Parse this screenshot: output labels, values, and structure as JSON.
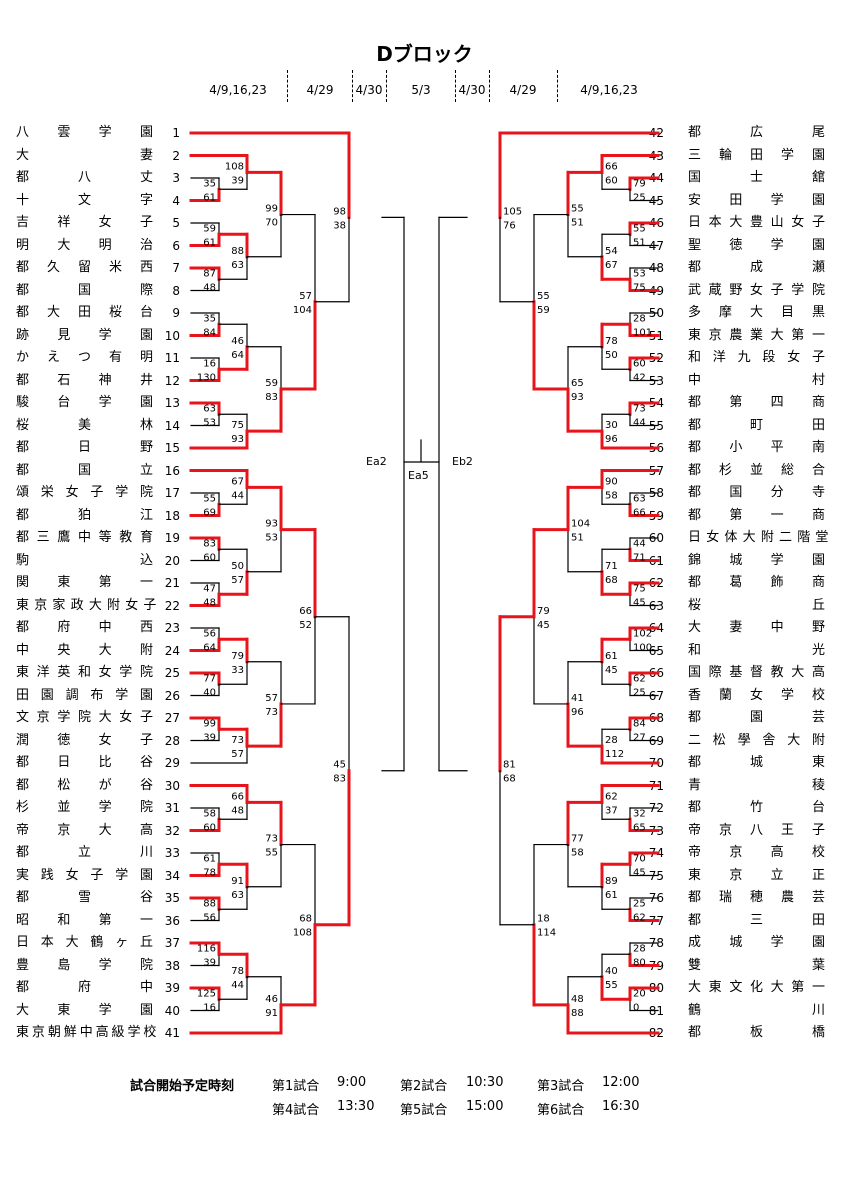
{
  "title": "Dブロック",
  "dates": [
    "4/9,16,23",
    "4/29",
    "4/30",
    "5/3",
    "4/30",
    "4/29",
    "4/9,16,23"
  ],
  "schedule": {
    "label": "試合開始予定時刻",
    "rows": [
      [
        {
          "game": "第1試合",
          "time": "9:00"
        },
        {
          "game": "第2試合",
          "time": "10:30"
        },
        {
          "game": "第3試合",
          "time": "12:00"
        }
      ],
      [
        {
          "game": "第4試合",
          "time": "13:30"
        },
        {
          "game": "第5試合",
          "time": "15:00"
        },
        {
          "game": "第6試合",
          "time": "16:30"
        }
      ]
    ]
  },
  "labels": {
    "ea2": "Ea2",
    "ea5": "Ea5",
    "eb2": "Eb2"
  },
  "colors": {
    "win": "#e8141c",
    "line": "#000000"
  },
  "left_teams": [
    {
      "num": "1",
      "name": "八雲学園"
    },
    {
      "num": "2",
      "name": "大妻"
    },
    {
      "num": "3",
      "name": "都八丈"
    },
    {
      "num": "4",
      "name": "十文字"
    },
    {
      "num": "5",
      "name": "吉祥女子"
    },
    {
      "num": "6",
      "name": "明大明治"
    },
    {
      "num": "7",
      "name": "都久留米西"
    },
    {
      "num": "8",
      "name": "都国際"
    },
    {
      "num": "9",
      "name": "都大田桜台"
    },
    {
      "num": "10",
      "name": "跡見学園"
    },
    {
      "num": "11",
      "name": "かえつ有明"
    },
    {
      "num": "12",
      "name": "都石神井"
    },
    {
      "num": "13",
      "name": "駿台学園"
    },
    {
      "num": "14",
      "name": "桜美林"
    },
    {
      "num": "15",
      "name": "都日野"
    },
    {
      "num": "16",
      "name": "都国立"
    },
    {
      "num": "17",
      "name": "頌栄女子学院"
    },
    {
      "num": "18",
      "name": "都狛江"
    },
    {
      "num": "19",
      "name": "都三鷹中等教育"
    },
    {
      "num": "20",
      "name": "駒込"
    },
    {
      "num": "21",
      "name": "関東第一"
    },
    {
      "num": "22",
      "name": "東京家政大附女子"
    },
    {
      "num": "23",
      "name": "都府中西"
    },
    {
      "num": "24",
      "name": "中央大附"
    },
    {
      "num": "25",
      "name": "東洋英和女学院"
    },
    {
      "num": "26",
      "name": "田園調布学園"
    },
    {
      "num": "27",
      "name": "文京学院大女子"
    },
    {
      "num": "28",
      "name": "潤徳女子"
    },
    {
      "num": "29",
      "name": "都日比谷"
    },
    {
      "num": "30",
      "name": "都松が谷"
    },
    {
      "num": "31",
      "name": "杉並学院"
    },
    {
      "num": "32",
      "name": "帝京大高"
    },
    {
      "num": "33",
      "name": "都立川"
    },
    {
      "num": "34",
      "name": "実践女子学園"
    },
    {
      "num": "35",
      "name": "都雪谷"
    },
    {
      "num": "36",
      "name": "昭和第一"
    },
    {
      "num": "37",
      "name": "日本大鶴ヶ丘"
    },
    {
      "num": "38",
      "name": "豊島学院"
    },
    {
      "num": "39",
      "name": "都府中"
    },
    {
      "num": "40",
      "name": "大東学園"
    },
    {
      "num": "41",
      "name": "東京朝鮮中高級学校"
    }
  ],
  "right_teams": [
    {
      "num": "42",
      "name": "都広尾"
    },
    {
      "num": "43",
      "name": "三輪田学園"
    },
    {
      "num": "44",
      "name": "国士舘"
    },
    {
      "num": "45",
      "name": "安田学園"
    },
    {
      "num": "46",
      "name": "日本大豊山女子"
    },
    {
      "num": "47",
      "name": "聖徳学園"
    },
    {
      "num": "48",
      "name": "都成瀬"
    },
    {
      "num": "49",
      "name": "武蔵野女子学院"
    },
    {
      "num": "50",
      "name": "多摩大目黒"
    },
    {
      "num": "51",
      "name": "東京農業大第一"
    },
    {
      "num": "52",
      "name": "和洋九段女子"
    },
    {
      "num": "53",
      "name": "中村"
    },
    {
      "num": "54",
      "name": "都第四商"
    },
    {
      "num": "55",
      "name": "都町田"
    },
    {
      "num": "56",
      "name": "都小平南"
    },
    {
      "num": "57",
      "name": "都杉並総合"
    },
    {
      "num": "58",
      "name": "都国分寺"
    },
    {
      "num": "59",
      "name": "都第一商"
    },
    {
      "num": "60",
      "name": "日女体大附二階堂"
    },
    {
      "num": "61",
      "name": "錦城学園"
    },
    {
      "num": "62",
      "name": "都葛飾商"
    },
    {
      "num": "63",
      "name": "桜丘"
    },
    {
      "num": "64",
      "name": "大妻中野"
    },
    {
      "num": "65",
      "name": "和光"
    },
    {
      "num": "66",
      "name": "国際基督教大高"
    },
    {
      "num": "67",
      "name": "香蘭女学校"
    },
    {
      "num": "68",
      "name": "都園芸"
    },
    {
      "num": "69",
      "name": "二松學舎大附"
    },
    {
      "num": "70",
      "name": "都城東"
    },
    {
      "num": "71",
      "name": "青稜"
    },
    {
      "num": "72",
      "name": "都竹台"
    },
    {
      "num": "73",
      "name": "帝京八王子"
    },
    {
      "num": "74",
      "name": "帝京高校"
    },
    {
      "num": "75",
      "name": "東京立正"
    },
    {
      "num": "76",
      "name": "都瑞穂農芸"
    },
    {
      "num": "77",
      "name": "都三田"
    },
    {
      "num": "78",
      "name": "成城学園"
    },
    {
      "num": "79",
      "name": "雙葉"
    },
    {
      "num": "80",
      "name": "大東文化大第一"
    },
    {
      "num": "81",
      "name": "鶴川"
    },
    {
      "num": "82",
      "name": "都板橋"
    }
  ],
  "left_matches": [
    {
      "id": "L1",
      "a": 3,
      "b": 4,
      "sa": "35",
      "sb": "61",
      "w": "b"
    },
    {
      "id": "L2",
      "a": 5,
      "b": 6,
      "sa": "59",
      "sb": "61",
      "w": "b"
    },
    {
      "id": "L3",
      "a": 7,
      "b": 8,
      "sa": "87",
      "sb": "48",
      "w": "a"
    },
    {
      "id": "L4",
      "a": 9,
      "b": 10,
      "sa": "35",
      "sb": "84",
      "w": "b"
    },
    {
      "id": "L5",
      "a": 11,
      "b": 12,
      "sa": "16",
      "sb": "130",
      "w": "b"
    },
    {
      "id": "L6",
      "a": 13,
      "b": 14,
      "sa": "63",
      "sb": "53",
      "w": "a"
    },
    {
      "id": "L7",
      "a": 17,
      "b": 18,
      "sa": "55",
      "sb": "69",
      "w": "b"
    },
    {
      "id": "L8",
      "a": 19,
      "b": 20,
      "sa": "83",
      "sb": "60",
      "w": "a"
    },
    {
      "id": "L9",
      "a": 21,
      "b": 22,
      "sa": "47",
      "sb": "48",
      "w": "b"
    },
    {
      "id": "L10",
      "a": 23,
      "b": 24,
      "sa": "56",
      "sb": "64",
      "w": "b"
    },
    {
      "id": "L11",
      "a": 25,
      "b": 26,
      "sa": "77",
      "sb": "40",
      "w": "a"
    },
    {
      "id": "L12",
      "a": 27,
      "b": 28,
      "sa": "99",
      "sb": "39",
      "w": "a"
    },
    {
      "id": "L13",
      "a": 31,
      "b": 32,
      "sa": "58",
      "sb": "60",
      "w": "b"
    },
    {
      "id": "L14",
      "a": 33,
      "b": 34,
      "sa": "61",
      "sb": "78",
      "w": "b"
    },
    {
      "id": "L15",
      "a": 35,
      "b": 36,
      "sa": "88",
      "sb": "56",
      "w": "a"
    },
    {
      "id": "L16",
      "a": 37,
      "b": 38,
      "sa": "116",
      "sb": "39",
      "w": "a"
    },
    {
      "id": "L17",
      "a": 39,
      "b": 40,
      "sa": "125",
      "sb": "16",
      "w": "a"
    },
    {
      "id": "L18",
      "a": 2,
      "b": "L1",
      "sa": "108",
      "sb": "39",
      "w": "a"
    },
    {
      "id": "L19",
      "a": "L2",
      "b": "L3",
      "sa": "88",
      "sb": "63",
      "w": "a"
    },
    {
      "id": "L20",
      "a": "L4",
      "b": "L5",
      "sa": "46",
      "sb": "64",
      "w": "b"
    },
    {
      "id": "L21",
      "a": "L6",
      "b": 15,
      "sa": "75",
      "sb": "93",
      "w": "b"
    },
    {
      "id": "L22",
      "a": 16,
      "b": "L7",
      "sa": "67",
      "sb": "44",
      "w": "a"
    },
    {
      "id": "L23",
      "a": "L8",
      "b": "L9",
      "sa": "50",
      "sb": "57",
      "w": "b"
    },
    {
      "id": "L24",
      "a": "L10",
      "b": "L11",
      "sa": "79",
      "sb": "33",
      "w": "a"
    },
    {
      "id": "L25",
      "a": "L12",
      "b": 29,
      "sa": "73",
      "sb": "57",
      "w": "a"
    },
    {
      "id": "L26",
      "a": 30,
      "b": "L13",
      "sa": "66",
      "sb": "48",
      "w": "a"
    },
    {
      "id": "L27",
      "a": "L14",
      "b": "L15",
      "sa": "91",
      "sb": "63",
      "w": "a"
    },
    {
      "id": "L28",
      "a": "L16",
      "b": "L17",
      "sa": "78",
      "sb": "44",
      "w": "a"
    },
    {
      "id": "L29",
      "a": "L18",
      "b": "L19",
      "sa": "99",
      "sb": "70",
      "w": "a"
    },
    {
      "id": "L30",
      "a": "L20",
      "b": "L21",
      "sa": "59",
      "sb": "83",
      "w": "b"
    },
    {
      "id": "L31",
      "a": "L22",
      "b": "L23",
      "sa": "93",
      "sb": "53",
      "w": "a"
    },
    {
      "id": "L32",
      "a": "L24",
      "b": "L25",
      "sa": "57",
      "sb": "73",
      "w": "b"
    },
    {
      "id": "L33",
      "a": "L26",
      "b": "L27",
      "sa": "73",
      "sb": "55",
      "w": "a"
    },
    {
      "id": "L34",
      "a": "L28",
      "b": 41,
      "sa": "46",
      "sb": "91",
      "w": "b"
    },
    {
      "id": "L35",
      "a": "L29",
      "b": "L30",
      "sa": "57",
      "sb": "104",
      "w": "b"
    },
    {
      "id": "L36",
      "a": "L31",
      "b": "L32",
      "sa": "66",
      "sb": "52",
      "w": "a"
    },
    {
      "id": "L37",
      "a": "L33",
      "b": "L34",
      "sa": "68",
      "sb": "108",
      "w": "b"
    },
    {
      "id": "L38",
      "a": 1,
      "b": "L35",
      "sa": "98",
      "sb": "38",
      "w": "a"
    },
    {
      "id": "L39",
      "a": "L36",
      "b": "L37",
      "sa": "45",
      "sb": "83",
      "w": "b"
    }
  ],
  "right_matches": [
    {
      "id": "R1",
      "a": 44,
      "b": 45,
      "sa": "79",
      "sb": "25",
      "w": "a"
    },
    {
      "id": "R2",
      "a": 46,
      "b": 47,
      "sa": "55",
      "sb": "51",
      "w": "a"
    },
    {
      "id": "R3",
      "a": 48,
      "b": 49,
      "sa": "53",
      "sb": "75",
      "w": "b"
    },
    {
      "id": "R4",
      "a": 50,
      "b": 51,
      "sa": "28",
      "sb": "101",
      "w": "b"
    },
    {
      "id": "R5",
      "a": 52,
      "b": 53,
      "sa": "60",
      "sb": "42",
      "w": "a"
    },
    {
      "id": "R6",
      "a": 54,
      "b": 55,
      "sa": "73",
      "sb": "44",
      "w": "a"
    },
    {
      "id": "R7",
      "a": 58,
      "b": 59,
      "sa": "63",
      "sb": "66",
      "w": "b"
    },
    {
      "id": "R8",
      "a": 60,
      "b": 61,
      "sa": "44",
      "sb": "71",
      "w": "b"
    },
    {
      "id": "R9",
      "a": 62,
      "b": 63,
      "sa": "75",
      "sb": "45",
      "w": "a"
    },
    {
      "id": "R10",
      "a": 64,
      "b": 65,
      "sa": "102",
      "sb": "100",
      "w": "a"
    },
    {
      "id": "R11",
      "a": 66,
      "b": 67,
      "sa": "62",
      "sb": "25",
      "w": "a"
    },
    {
      "id": "R12",
      "a": 68,
      "b": 69,
      "sa": "84",
      "sb": "27",
      "w": "a"
    },
    {
      "id": "R13",
      "a": 72,
      "b": 73,
      "sa": "32",
      "sb": "65",
      "w": "b"
    },
    {
      "id": "R14",
      "a": 74,
      "b": 75,
      "sa": "70",
      "sb": "45",
      "w": "a"
    },
    {
      "id": "R15",
      "a": 76,
      "b": 77,
      "sa": "25",
      "sb": "62",
      "w": "b"
    },
    {
      "id": "R16",
      "a": 78,
      "b": 79,
      "sa": "28",
      "sb": "80",
      "w": "b"
    },
    {
      "id": "R17",
      "a": 80,
      "b": 81,
      "sa": "20",
      "sb": "0",
      "w": "a"
    },
    {
      "id": "R18",
      "a": 43,
      "b": "R1",
      "sa": "66",
      "sb": "60",
      "w": "a"
    },
    {
      "id": "R19",
      "a": "R2",
      "b": "R3",
      "sa": "54",
      "sb": "67",
      "w": "b"
    },
    {
      "id": "R20",
      "a": "R4",
      "b": "R5",
      "sa": "78",
      "sb": "50",
      "w": "a"
    },
    {
      "id": "R21",
      "a": "R6",
      "b": 56,
      "sa": "30",
      "sb": "96",
      "w": "b"
    },
    {
      "id": "R22",
      "a": 57,
      "b": "R7",
      "sa": "90",
      "sb": "58",
      "w": "a"
    },
    {
      "id": "R23",
      "a": "R8",
      "b": "R9",
      "sa": "71",
      "sb": "68",
      "w": "b"
    },
    {
      "id": "R24",
      "a": "R10",
      "b": "R11",
      "sa": "61",
      "sb": "45",
      "w": "a"
    },
    {
      "id": "R25",
      "a": "R12",
      "b": 70,
      "sa": "28",
      "sb": "112",
      "w": "b"
    },
    {
      "id": "R26",
      "a": 71,
      "b": "R13",
      "sa": "62",
      "sb": "37",
      "w": "a"
    },
    {
      "id": "R27",
      "a": "R14",
      "b": "R15",
      "sa": "89",
      "sb": "61",
      "w": "a"
    },
    {
      "id": "R28",
      "a": "R16",
      "b": "R17",
      "sa": "40",
      "sb": "55",
      "w": "b"
    },
    {
      "id": "R29",
      "a": "R18",
      "b": "R19",
      "sa": "55",
      "sb": "51",
      "w": "a"
    },
    {
      "id": "R30",
      "a": "R20",
      "b": "R21",
      "sa": "65",
      "sb": "93",
      "w": "b"
    },
    {
      "id": "R31",
      "a": "R22",
      "b": "R23",
      "sa": "104",
      "sb": "51",
      "w": "a"
    },
    {
      "id": "R32",
      "a": "R24",
      "b": "R25",
      "sa": "41",
      "sb": "96",
      "w": "b"
    },
    {
      "id": "R33",
      "a": "R26",
      "b": "R27",
      "sa": "77",
      "sb": "58",
      "w": "a"
    },
    {
      "id": "R34",
      "a": "R28",
      "b": 82,
      "sa": "48",
      "sb": "88",
      "w": "b"
    },
    {
      "id": "R35",
      "a": "R29",
      "b": "R30",
      "sa": "55",
      "sb": "59",
      "w": "b"
    },
    {
      "id": "R36",
      "a": "R31",
      "b": "R32",
      "sa": "79",
      "sb": "45",
      "w": "a"
    },
    {
      "id": "R37",
      "a": "R33",
      "b": "R34",
      "sa": "18",
      "sb": "114",
      "w": "b"
    },
    {
      "id": "R38",
      "a": 42,
      "b": "R35",
      "sa": "105",
      "sb": "76",
      "w": "a"
    },
    {
      "id": "R39",
      "a": "R36",
      "b": "R37",
      "sa": "81",
      "sb": "68",
      "w": "a"
    }
  ]
}
